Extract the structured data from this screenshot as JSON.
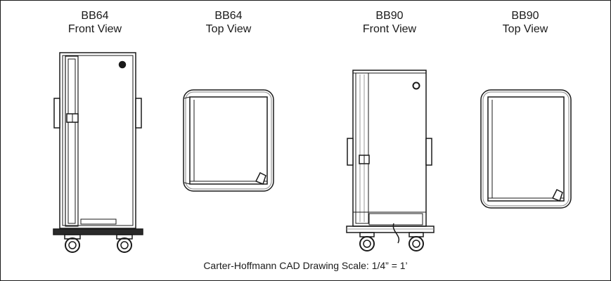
{
  "views": [
    {
      "line1": "BB64",
      "line2": "Front View"
    },
    {
      "line1": "BB64",
      "line2": "Top View"
    },
    {
      "line1": "BB90",
      "line2": "Front View"
    },
    {
      "line1": "BB90",
      "line2": "Top View"
    }
  ],
  "caption": "Carter-Hoffmann CAD Drawing Scale:  1/4” = 1’",
  "colors": {
    "line": "#1a1a1a",
    "gray": "#9a9a9a",
    "base": "#2a2a2a"
  }
}
